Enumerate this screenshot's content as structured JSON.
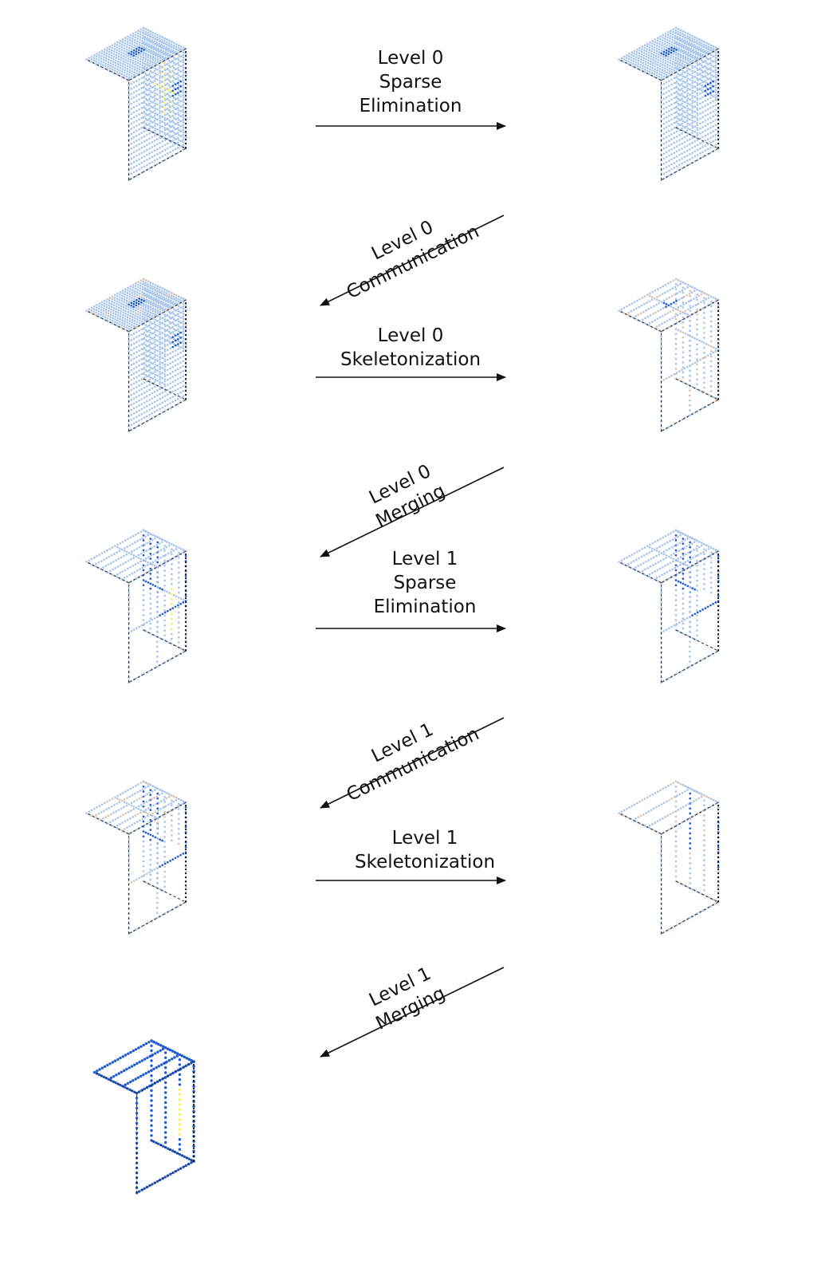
{
  "palette": {
    "light_blue": "#a9c6ea",
    "dark_blue": "#1f5bd0",
    "yellow": "#f5f25a",
    "tan": "#d8c3b5",
    "black": "#111111",
    "edge": "#222222"
  },
  "steps": [
    {
      "id": "l0-sparse",
      "lines": [
        "Level 0",
        "Sparse",
        "Elimination"
      ],
      "direction": "right"
    },
    {
      "id": "l0-comm",
      "lines": [
        "Level 0",
        "Communication"
      ],
      "direction": "down-left"
    },
    {
      "id": "l0-skel",
      "lines": [
        "Level 0",
        "Skeletonization"
      ],
      "direction": "right"
    },
    {
      "id": "l0-merge",
      "lines": [
        "Level 0",
        "Merging"
      ],
      "direction": "down-left"
    },
    {
      "id": "l1-sparse",
      "lines": [
        "Level 1",
        "Sparse",
        "Elimination"
      ],
      "direction": "right"
    },
    {
      "id": "l1-comm",
      "lines": [
        "Level 1",
        "Communication"
      ],
      "direction": "down-left"
    },
    {
      "id": "l1-skel",
      "lines": [
        "Level 1",
        "Skeletonization"
      ],
      "direction": "right"
    },
    {
      "id": "l1-merge",
      "lines": [
        "Level 1",
        "Merging"
      ],
      "direction": "down-left"
    }
  ],
  "stages": [
    {
      "id": "s1",
      "style": "dense",
      "accent": "yellow"
    },
    {
      "id": "s2",
      "style": "eliminated",
      "accent": "none"
    },
    {
      "id": "s3",
      "style": "eliminated",
      "accent": "tan"
    },
    {
      "id": "s4",
      "style": "skeleton",
      "accent": "tan"
    },
    {
      "id": "s5",
      "style": "merged",
      "accent": "yellow"
    },
    {
      "id": "s6",
      "style": "merged-eliminated",
      "accent": "none"
    },
    {
      "id": "s7",
      "style": "merged-eliminated",
      "accent": "tan"
    },
    {
      "id": "s8",
      "style": "coarse-skeleton",
      "accent": "tan"
    },
    {
      "id": "s9",
      "style": "final",
      "accent": "yellow"
    }
  ]
}
